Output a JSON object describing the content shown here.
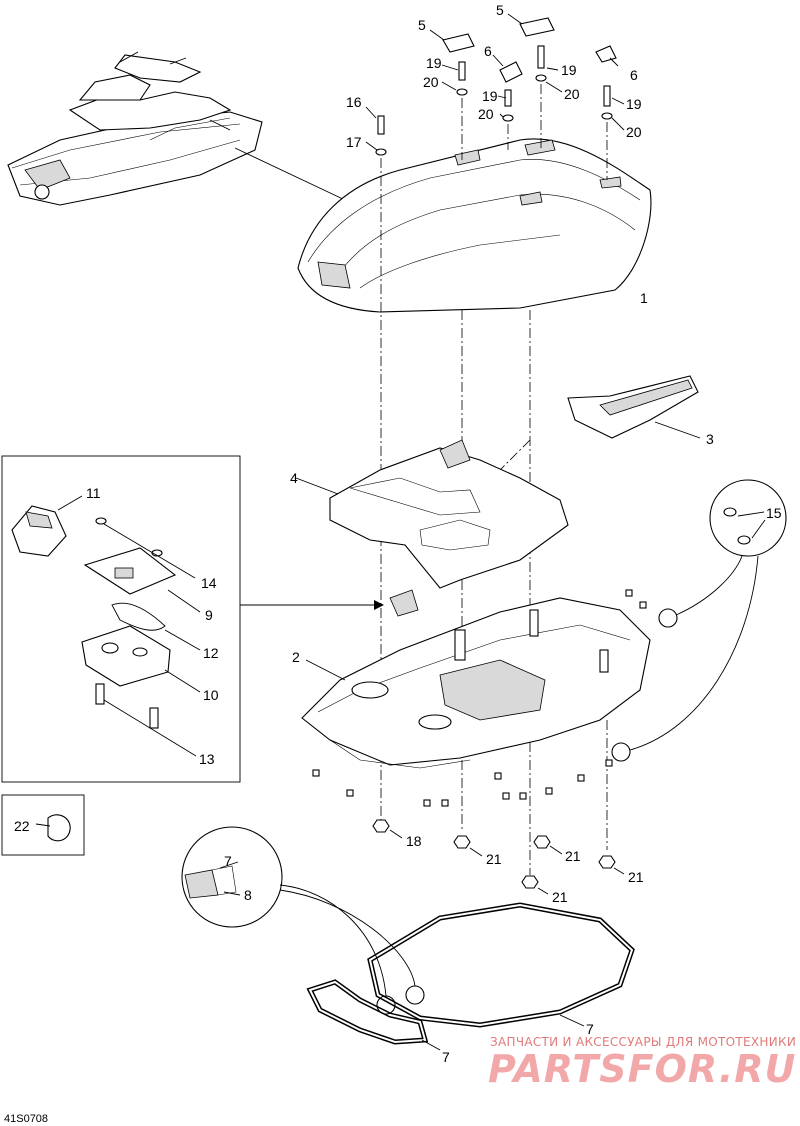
{
  "drawing_code": "41S0708",
  "callouts": {
    "c1": "1",
    "c2": "2",
    "c3": "3",
    "c4": "4",
    "c5a": "5",
    "c5b": "5",
    "c6a": "6",
    "c6b": "6",
    "c7a": "7",
    "c7b": "7",
    "c7c": "7",
    "c8": "8",
    "c9": "9",
    "c10": "10",
    "c11": "11",
    "c12": "12",
    "c13": "13",
    "c14": "14",
    "c15": "15",
    "c16": "16",
    "c17": "17",
    "c18": "18",
    "c19a": "19",
    "c19b": "19",
    "c19c": "19",
    "c20a": "20",
    "c20b": "20",
    "c20c": "20",
    "c21a": "21",
    "c21b": "21",
    "c21c": "21",
    "c21d": "21",
    "c22": "22"
  },
  "watermark": {
    "tagline": "ЗАПЧАСТИ И АКСЕССУАРЫ ДЛЯ МОТОТЕХНИКИ",
    "brand": "PARTSFOR.RU"
  }
}
